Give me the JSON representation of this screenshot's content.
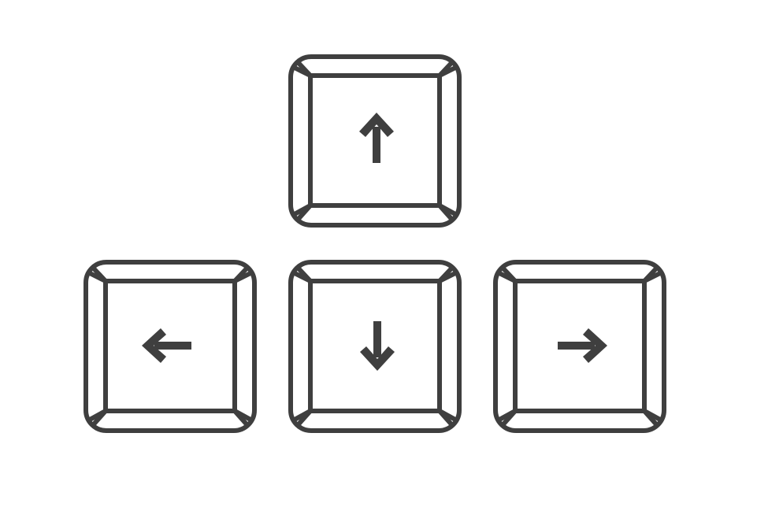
{
  "keys": [
    {
      "id": "up",
      "icon": "arrow-up-icon"
    },
    {
      "id": "left",
      "icon": "arrow-left-icon"
    },
    {
      "id": "down",
      "icon": "arrow-down-icon"
    },
    {
      "id": "right",
      "icon": "arrow-right-icon"
    }
  ],
  "colors": {
    "stroke": "#3f3f3f",
    "background": "#ffffff"
  }
}
